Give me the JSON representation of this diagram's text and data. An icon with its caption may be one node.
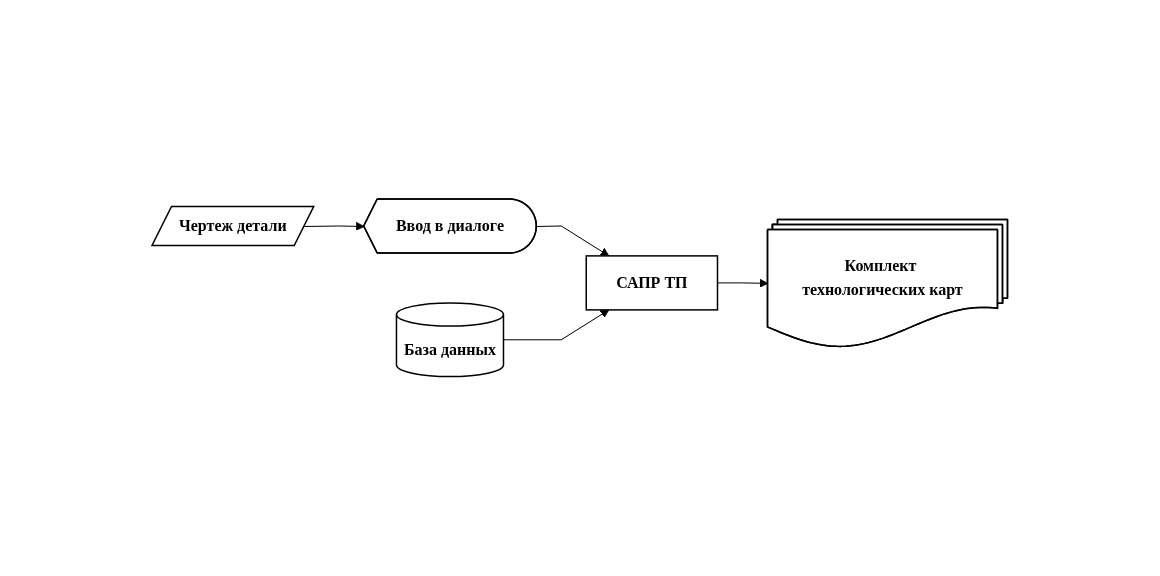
{
  "diagram": {
    "nodes": [
      {
        "text": [
          "Ввод в диалоге"
        ]
      },
      {
        "text": [
          "САПР ТП"
        ]
      },
      {
        "text": [
          "Комплект технологических карт"
        ]
      },
      {
        "text": [
          "Чертеж детали"
        ]
      },
      {
        "text": [
          "База данных"
        ]
      }
    ],
    "edges": [
      {
        "from": 0,
        "to": 1,
        "arrow": "to"
      },
      {
        "from": 1,
        "to": 2,
        "arrow": "to"
      },
      {
        "from": 3,
        "to": 0,
        "arrow": "to"
      },
      {
        "from": 4,
        "to": 1,
        "arrow": "to"
      }
    ]
  }
}
